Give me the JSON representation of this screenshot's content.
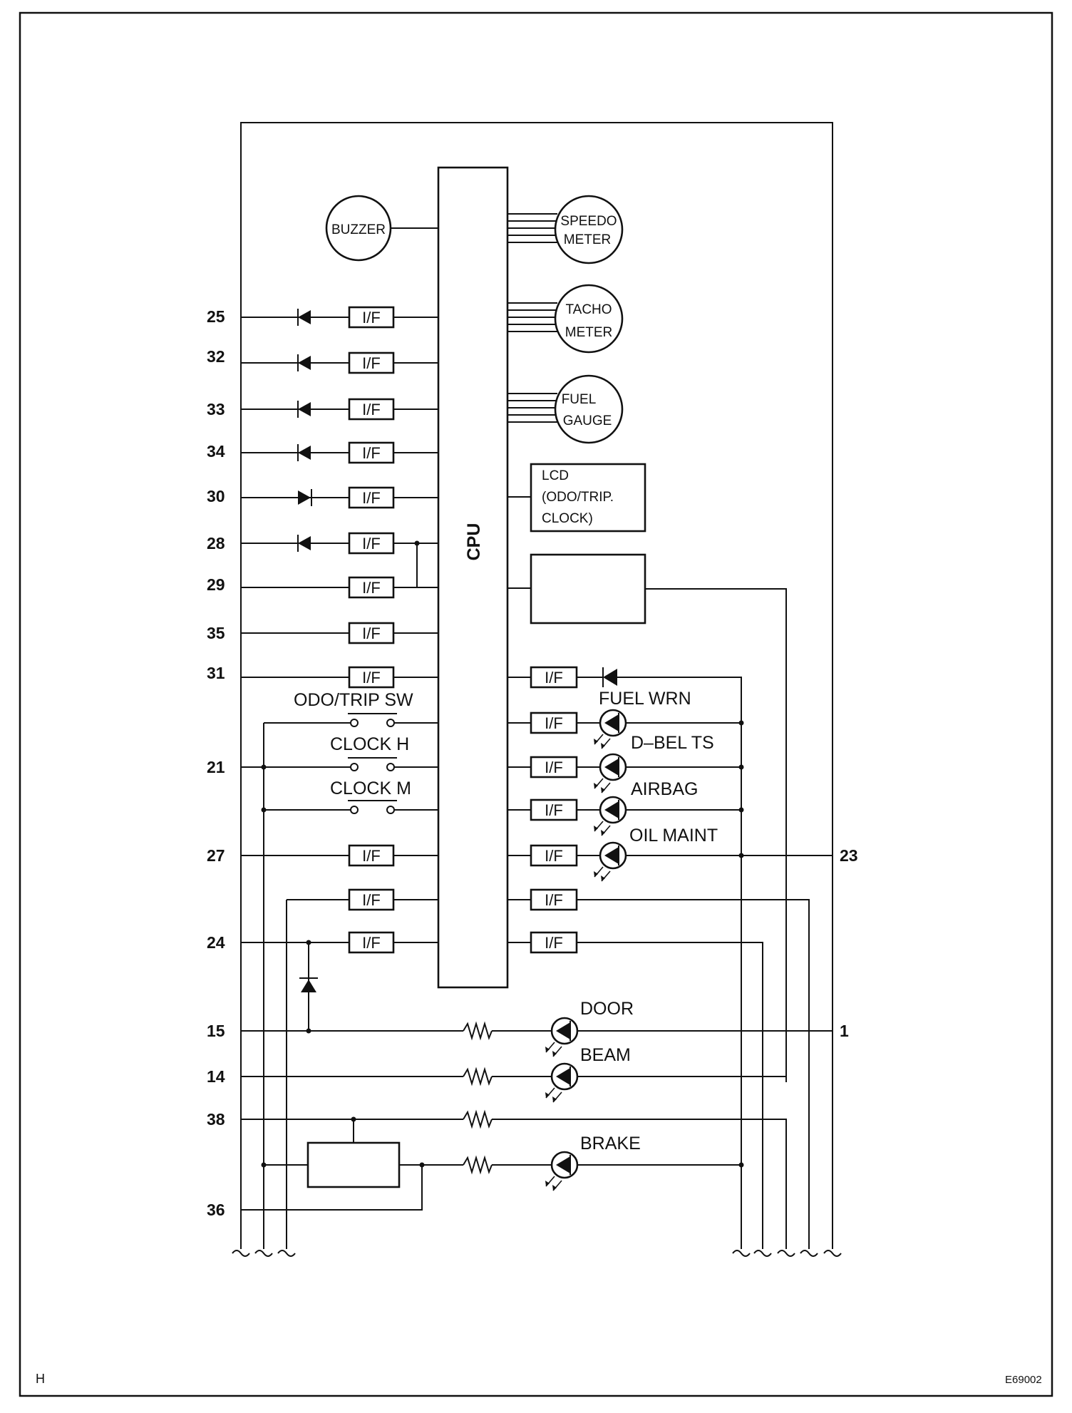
{
  "page": {
    "corner_left": "H",
    "figure_code": "E69002"
  },
  "cpu": {
    "label": "CPU"
  },
  "lcd": {
    "label": [
      "LCD",
      "(ODO/TRIP.",
      "CLOCK)"
    ]
  },
  "buzzer": {
    "label": "BUZZER"
  },
  "gauges": [
    {
      "id": "speedo",
      "label": [
        "SPEEDO",
        "METER"
      ]
    },
    {
      "id": "tacho",
      "label": [
        "TACHO",
        "METER"
      ]
    },
    {
      "id": "fuel",
      "label": [
        "FUEL",
        "GAUGE"
      ]
    }
  ],
  "if_label": "I/F",
  "left_pins": [
    "25",
    "32",
    "33",
    "34",
    "30",
    "28",
    "29",
    "35",
    "31",
    "21",
    "27",
    "24",
    "15",
    "14",
    "38",
    "36"
  ],
  "right_pins": [
    "23",
    "1"
  ],
  "switches": [
    "ODO/TRIP SW",
    "CLOCK H",
    "CLOCK M"
  ],
  "indicators": [
    "FUEL WRN",
    "D–BEL TS",
    "AIRBAG",
    "OIL MAINT",
    "DOOR",
    "BEAM",
    "BRAKE"
  ]
}
